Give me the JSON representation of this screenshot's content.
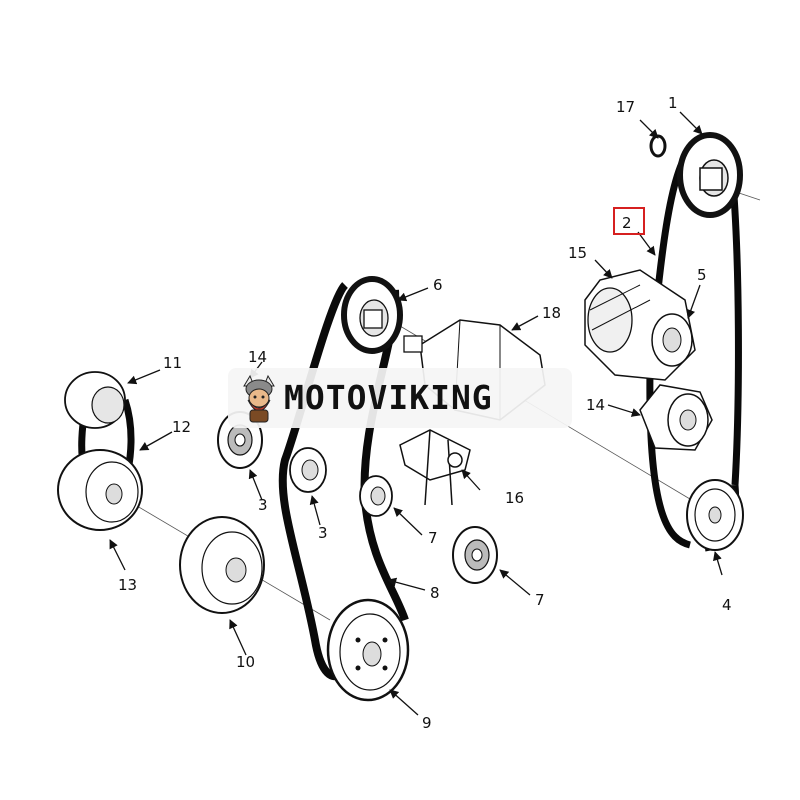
{
  "callouts": {
    "c1": "1",
    "c2": "2",
    "c3a": "3",
    "c3b": "3",
    "c4": "4",
    "c5": "5",
    "c6": "6",
    "c7a": "7",
    "c7b": "7",
    "c8": "8",
    "c9": "9",
    "c10": "10",
    "c11": "11",
    "c12": "12",
    "c13": "13",
    "c14a": "14",
    "c14b": "14",
    "c15": "15",
    "c16": "16",
    "c17": "17",
    "c18": "18"
  },
  "highlight": {
    "callout": "2",
    "color": "#d62020"
  },
  "watermark": {
    "text": "MOTOVIKING",
    "logo": "viking-mascot-logo"
  },
  "colors": {
    "line": "#111111",
    "belt": "#0a0a0a",
    "part_fill": "#ffffff",
    "part_shade": "#d8d8d8"
  }
}
